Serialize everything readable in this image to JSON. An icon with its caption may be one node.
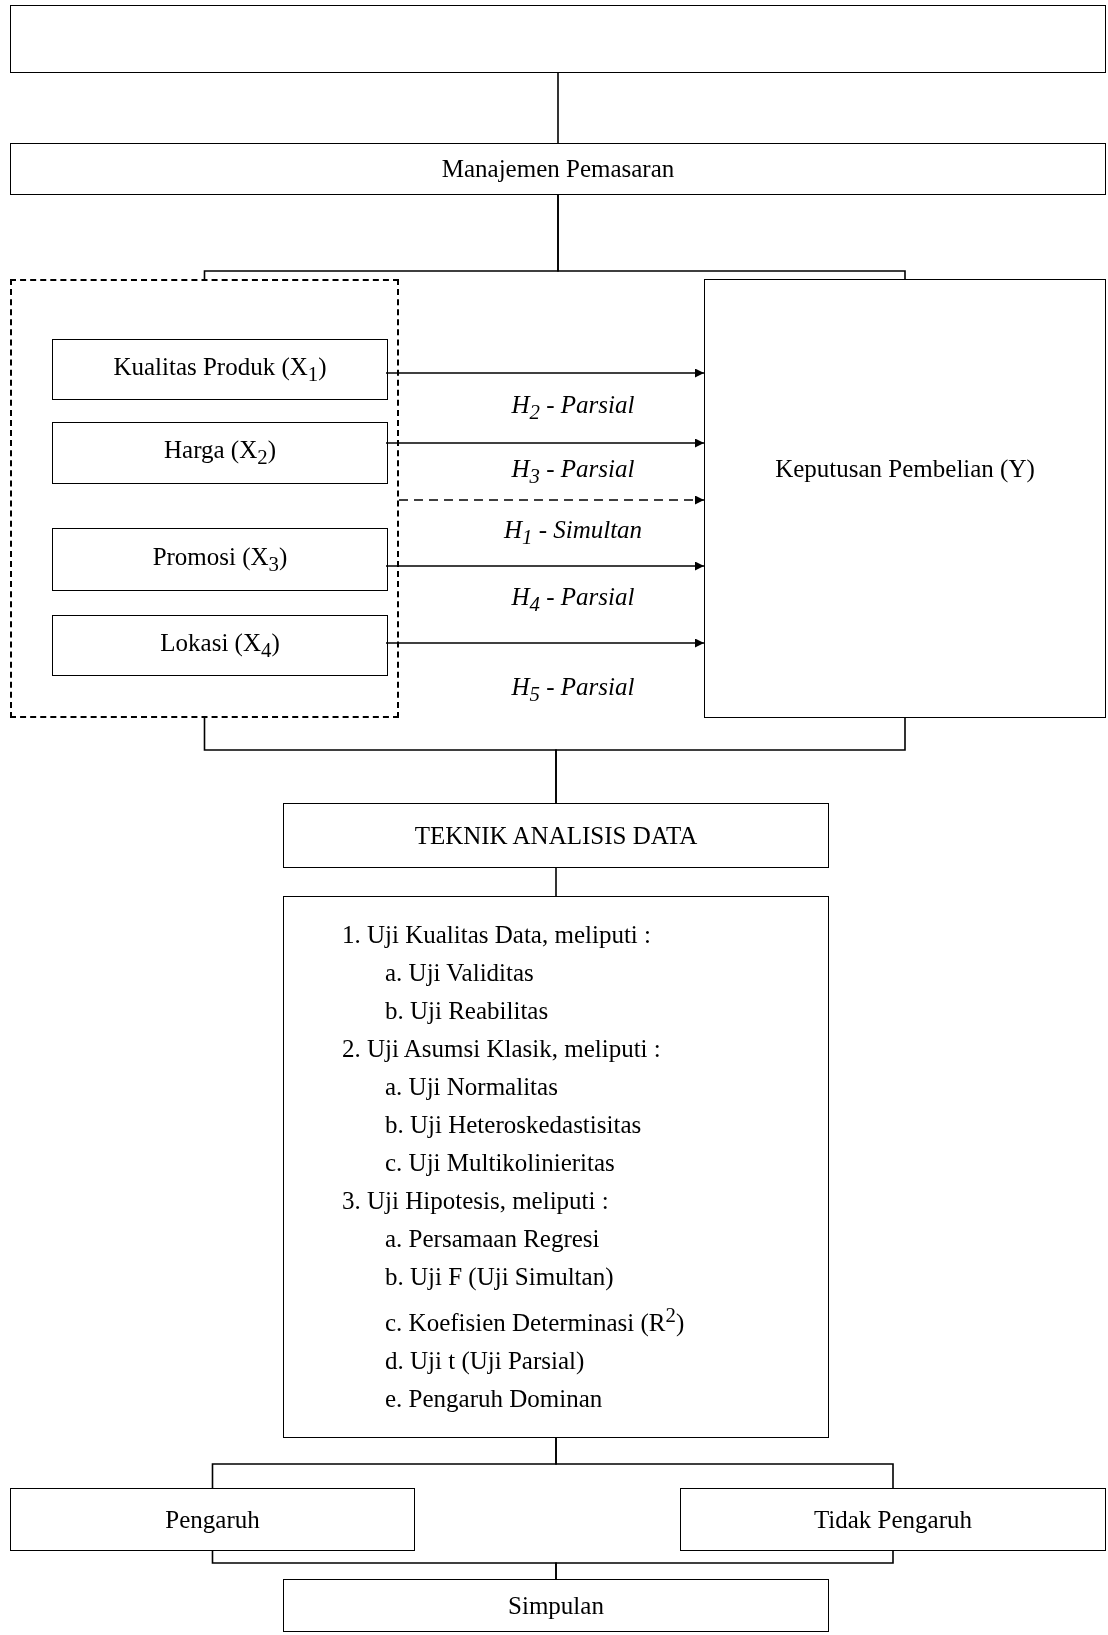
{
  "diagram": {
    "nodes": [
      {
        "text": [],
        "shape": "box"
      },
      {
        "text": [
          "Manajemen Pemasaran"
        ]
      },
      {
        "text": [],
        "shape": "box"
      },
      {
        "text": [
          "Kualitas Produk (X$_{1}$)"
        ],
        "in": 2
      },
      {
        "text": [
          "Harga (X$_{2}$)"
        ],
        "in": 2
      },
      {
        "text": [
          "Promosi (X$_{3}$)"
        ],
        "in": 2
      },
      {
        "text": [
          "Lokasi (X$_{4}$)"
        ],
        "in": 2
      },
      {
        "text": [
          "Keputusan Pembelian (Y)"
        ]
      },
      {
        "text": [
          "TEKNIK ANALISIS DATA"
        ]
      },
      {
        "text": [
          "1. Uji Kualitas Data, meliputi :",
          "a. Uji Validitas",
          "b. Uji Reabilitas",
          "2. Uji Asumsi Klasik, meliputi :",
          "a. Uji Normalitas",
          "b. Uji Heteroskedastisitas",
          "c. Uji Multikolinieritas",
          "3. Uji Hipotesis, meliputi :",
          "a. Persamaan Regresi",
          "b. Uji F (Uji Simultan)",
          "c. Koefisien Determinasi (R$^{2}$)",
          "d. Uji t (Uji Parsial)",
          "e. Pengaruh Dominan"
        ]
      },
      {
        "text": [
          "Pengaruh"
        ]
      },
      {
        "text": [
          "Tidak Pengaruh"
        ]
      },
      {
        "text": [
          "Simpulan"
        ]
      }
    ],
    "edges": [
      {
        "from": 0,
        "to": 1,
        "arrow": "none"
      },
      {
        "from": 1,
        "to": 2,
        "arrow": "none"
      },
      {
        "from": 1,
        "to": 7,
        "arrow": "none"
      },
      {
        "from": 3,
        "to": 7,
        "arrow": "to",
        "label": "H$_{2}$ - Parsial"
      },
      {
        "from": 4,
        "to": 7,
        "arrow": "to",
        "label": "H$_{3}$ - Parsial"
      },
      {
        "from": 2,
        "to": 7,
        "arrow": "to",
        "label": "H$_{1}$ - Simultan",
        "style": "dashed"
      },
      {
        "from": 5,
        "to": 7,
        "arrow": "to",
        "label": "H$_{4}$ - Parsial"
      },
      {
        "from": 6,
        "to": 7,
        "arrow": "to",
        "label": "H$_{5}$ - Parsial"
      },
      {
        "from": 2,
        "to": 8,
        "arrow": "none"
      },
      {
        "from": 7,
        "to": 8,
        "arrow": "none"
      },
      {
        "from": 8,
        "to": 9,
        "arrow": "none"
      },
      {
        "from": 9,
        "to": 10,
        "arrow": "none"
      },
      {
        "from": 9,
        "to": 11,
        "arrow": "none"
      },
      {
        "from": 10,
        "to": 12,
        "arrow": "none"
      },
      {
        "from": 11,
        "to": 12,
        "arrow": "none"
      }
    ]
  }
}
